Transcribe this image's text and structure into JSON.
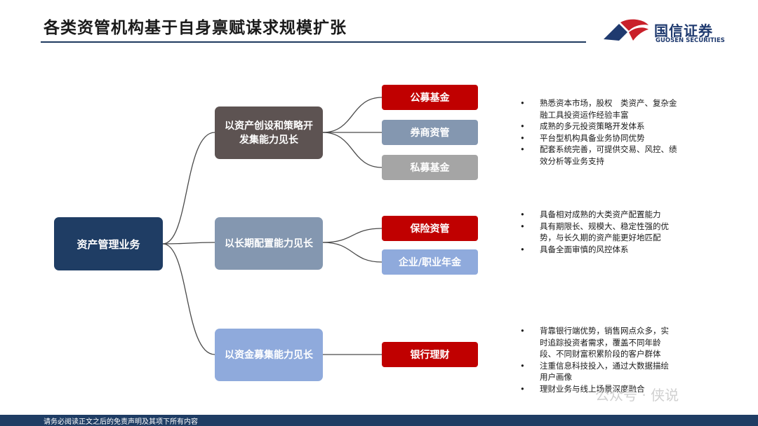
{
  "header": {
    "title": "各类资管机构基于自身禀赋谋求规模扩张",
    "logo_cn": "国信证券",
    "logo_en": "GUOSEN SECURITIES",
    "logo_colors": [
      "#c9202a",
      "#1f3a6f"
    ]
  },
  "diagram": {
    "root": "资产管理业务",
    "mid_1": "以资产创设和策略开发集能力见长",
    "mid_2": "以长期配置能力见长",
    "mid_3": "以资金募集能力见长",
    "leaf_1a": "公募基金",
    "leaf_1b": "券商资管",
    "leaf_1c": "私募基金",
    "leaf_2a": "保险资管",
    "leaf_2b": "企业/职业年金",
    "leaf_3a": "银行理财",
    "colors": {
      "root": "#1f3d64",
      "mid_1": "#5d5352",
      "mid_2": "#8497b0",
      "mid_3": "#8faadc",
      "red": "#c00000",
      "gray": "#a5a5a5",
      "slate": "#8497b0",
      "blue": "#8faadc",
      "connector": "#4a4a4a"
    }
  },
  "bullets_1": [
    "熟悉资本市场，股权　类资产、复杂金融工具投资运作经验丰富",
    "成熟的多元投资策略开发体系",
    "平台型机构具备业务协同优势",
    "配套系统完善，可提供交易、风控、绩效分析等业务支持"
  ],
  "bullets_2": [
    "具备相对成熟的大类资产配置能力",
    "具有期限长、规模大、稳定性强的优势，与长久期的资产能更好地匹配",
    "具备全面审慎的风控体系"
  ],
  "bullets_3": [
    "背靠银行端优势，销售网点众多，实时追踪投资者需求，覆盖不同年龄段、不同财富积累阶段的客户群体",
    "注重信息科技投入，通过大数据描绘用户画像",
    "理财业务与线上场景深度融合"
  ],
  "footer": {
    "disclaimer": "请务必阅读正文之后的免责声明及其项下所有内容"
  },
  "watermark": "公众号 · 侠说"
}
